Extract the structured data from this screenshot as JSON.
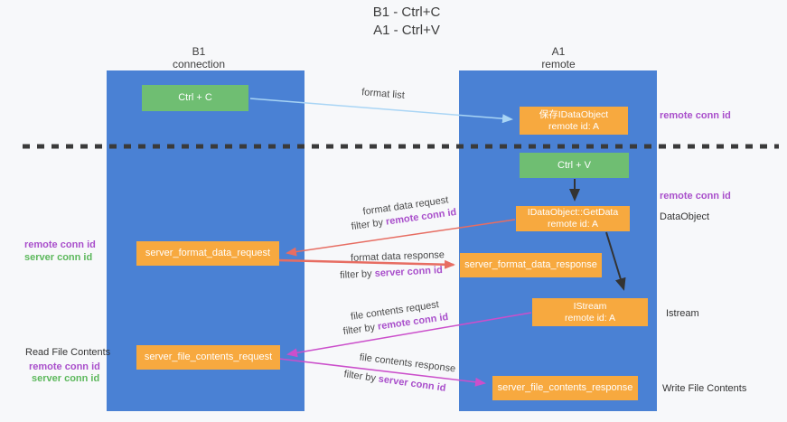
{
  "title": {
    "line1": "B1 - Ctrl+C",
    "line2": "A1 - Ctrl+V"
  },
  "columns": {
    "left": {
      "name": "B1",
      "sub": "connection"
    },
    "right": {
      "name": "A1",
      "sub": "remote"
    }
  },
  "nodes": {
    "ctrl_c": {
      "label": "Ctrl + C"
    },
    "ctrl_v": {
      "label": "Ctrl + V"
    },
    "save_dataobject": {
      "line1": "保存IDataObject",
      "line2": "remote id: A"
    },
    "getdata": {
      "line1": "IDataObject::GetData",
      "line2": "remote id: A"
    },
    "istream": {
      "line1": "IStream",
      "line2": "remote id: A"
    },
    "format_request": {
      "label": "server_format_data_request"
    },
    "format_response": {
      "label": "server_format_data_response"
    },
    "file_request": {
      "label": "server_file_contents_request"
    },
    "file_response": {
      "label": "server_file_contents_response"
    }
  },
  "flow_labels": {
    "format_list": "format list",
    "format_data_request": "format data request",
    "format_data_request_filter": {
      "prefix": "filter by ",
      "highlight": "remote conn id"
    },
    "format_data_response": "format data response",
    "format_data_response_filter": {
      "prefix": "filter by ",
      "highlight": "server conn id"
    },
    "file_contents_request": "file contents request",
    "file_contents_request_filter": {
      "prefix": "filter by ",
      "highlight": "remote conn id"
    },
    "file_contents_response": "file contents response",
    "file_contents_response_filter": {
      "prefix": "filter by ",
      "highlight": "server conn id"
    }
  },
  "side_labels": {
    "remote_conn_id_top_right": "remote conn id",
    "remote_conn_id_mid_right": "remote conn id",
    "dataobject": "DataObject",
    "istream": "Istream",
    "write_file_contents": "Write File Contents",
    "read_file_contents": "Read File Contents",
    "remote_conn_id_left_1": "remote conn id",
    "server_conn_id_left_1": "server conn id",
    "remote_conn_id_left_2": "remote conn id",
    "server_conn_id_left_2": "server conn id"
  },
  "colors": {
    "column_blue": "#4a81d4",
    "box_orange": "#f7a93f",
    "box_green": "#6fbe72",
    "arrow_red": "#e76d62",
    "arrow_magenta": "#cb4fcb",
    "arrow_light_blue": "#a9d5f5",
    "arrow_black": "#333333",
    "dashed_line": "#3a3a3a",
    "text_purple": "#a94fcb",
    "text_green": "#5cb85c",
    "background": "#f7f8fa"
  }
}
